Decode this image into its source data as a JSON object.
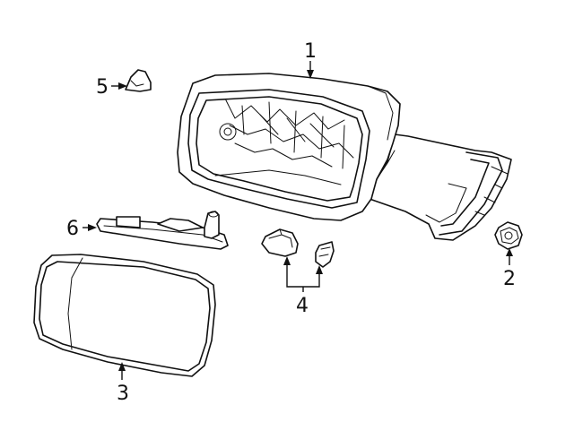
{
  "diagram": {
    "callouts": [
      {
        "id": "1",
        "label": "1",
        "part": "mirror-assembly"
      },
      {
        "id": "2",
        "label": "2",
        "part": "nut"
      },
      {
        "id": "3",
        "label": "3",
        "part": "mirror-glass"
      },
      {
        "id": "4",
        "label": "4",
        "part": "connector"
      },
      {
        "id": "5",
        "label": "5",
        "part": "cap"
      },
      {
        "id": "6",
        "label": "6",
        "part": "signal-lamp"
      }
    ]
  }
}
